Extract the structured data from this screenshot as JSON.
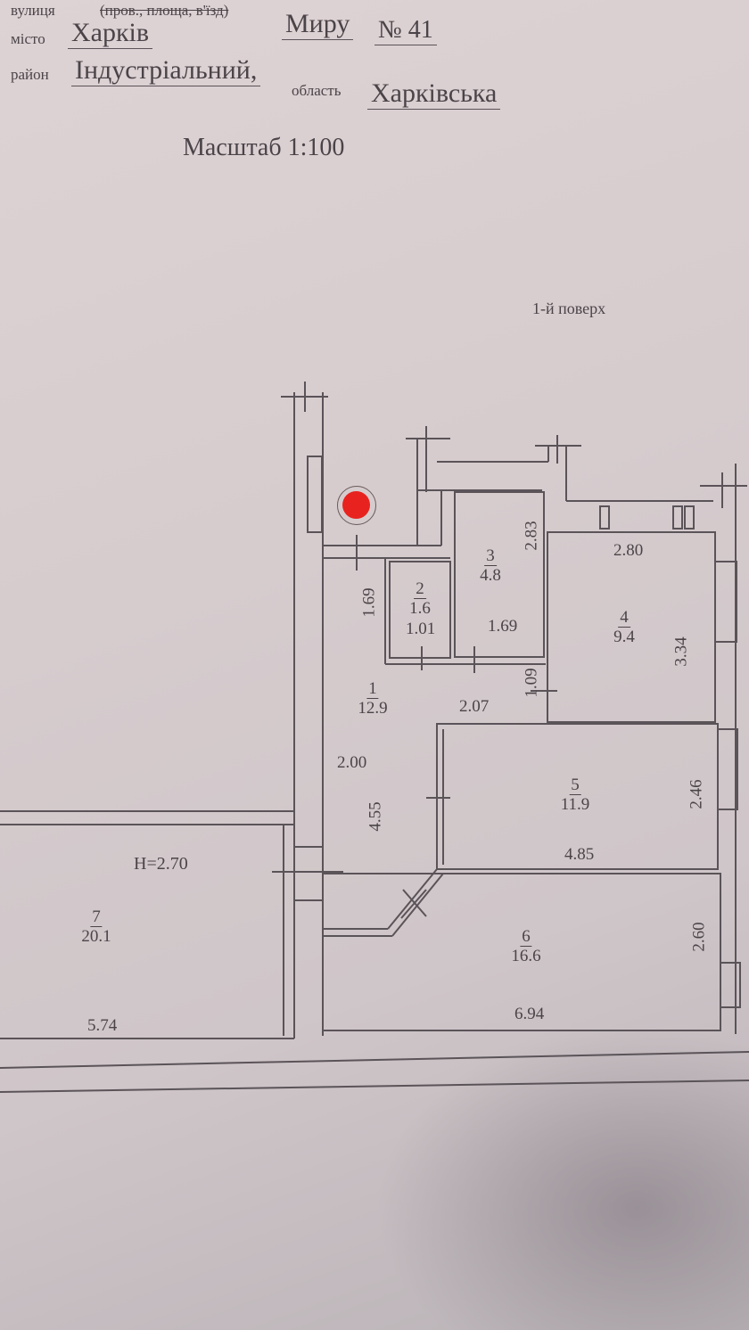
{
  "header": {
    "street_label": "вулиця",
    "street_type_label": "(пров., площа, в'їзд)",
    "street_value": "Миру",
    "number_value": "№ 41",
    "city_label": "місто",
    "city_value": "Харків",
    "district_label": "район",
    "district_value": "Індустріальний,",
    "region_label": "область",
    "region_value": "Харківська",
    "scale": "Масштаб 1:100"
  },
  "floor_label": "1-й поверх",
  "height_label": "H=2.70",
  "rooms": [
    {
      "number": "1",
      "area": "12.9"
    },
    {
      "number": "2",
      "area": "1.6"
    },
    {
      "number": "3",
      "area": "4.8"
    },
    {
      "number": "4",
      "area": "9.4"
    },
    {
      "number": "5",
      "area": "11.9"
    },
    {
      "number": "6",
      "area": "16.6"
    },
    {
      "number": "7",
      "area": "20.1"
    }
  ],
  "dimensions": {
    "r1_a": "1.69",
    "r1_b": "2.00",
    "r1_c": "4.55",
    "r1_d": "2.07",
    "r1_e": "1.09",
    "r2_w": "1.01",
    "r3_w": "1.69",
    "r3_h": "2.83",
    "r4_w": "2.80",
    "r4_h": "3.34",
    "r5_w": "4.85",
    "r5_h": "2.46",
    "r6_w": "6.94",
    "r6_h": "2.60",
    "r7_w": "5.74"
  },
  "marker_color": "#e8231f"
}
